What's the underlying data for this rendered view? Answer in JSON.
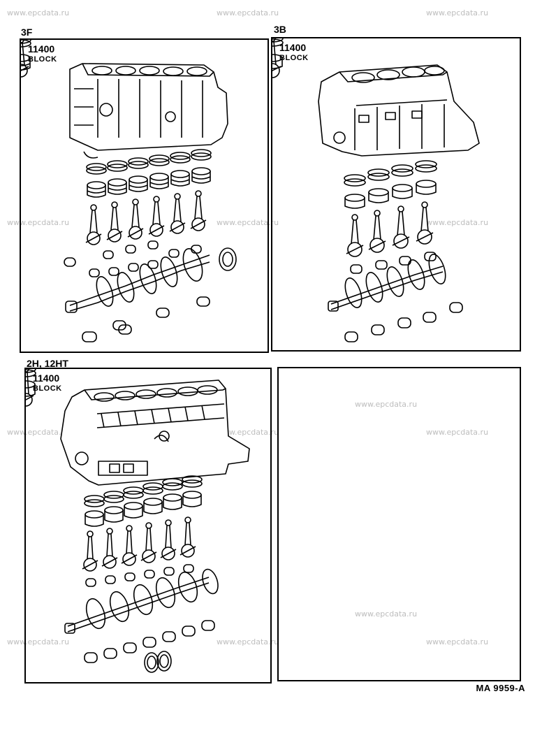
{
  "watermark": "www.epcdata.ru",
  "panels": [
    {
      "engine": "3F",
      "part_number": "11400",
      "part_name": "BLOCK"
    },
    {
      "engine": "3B",
      "part_number": "11400",
      "part_name": "BLOCK"
    },
    {
      "engine": "2H, 12HT",
      "part_number": "11400",
      "part_name": "BLOCK"
    },
    {
      "engine": "",
      "part_number": "",
      "part_name": ""
    }
  ],
  "reference_code": "MA  9959-A"
}
